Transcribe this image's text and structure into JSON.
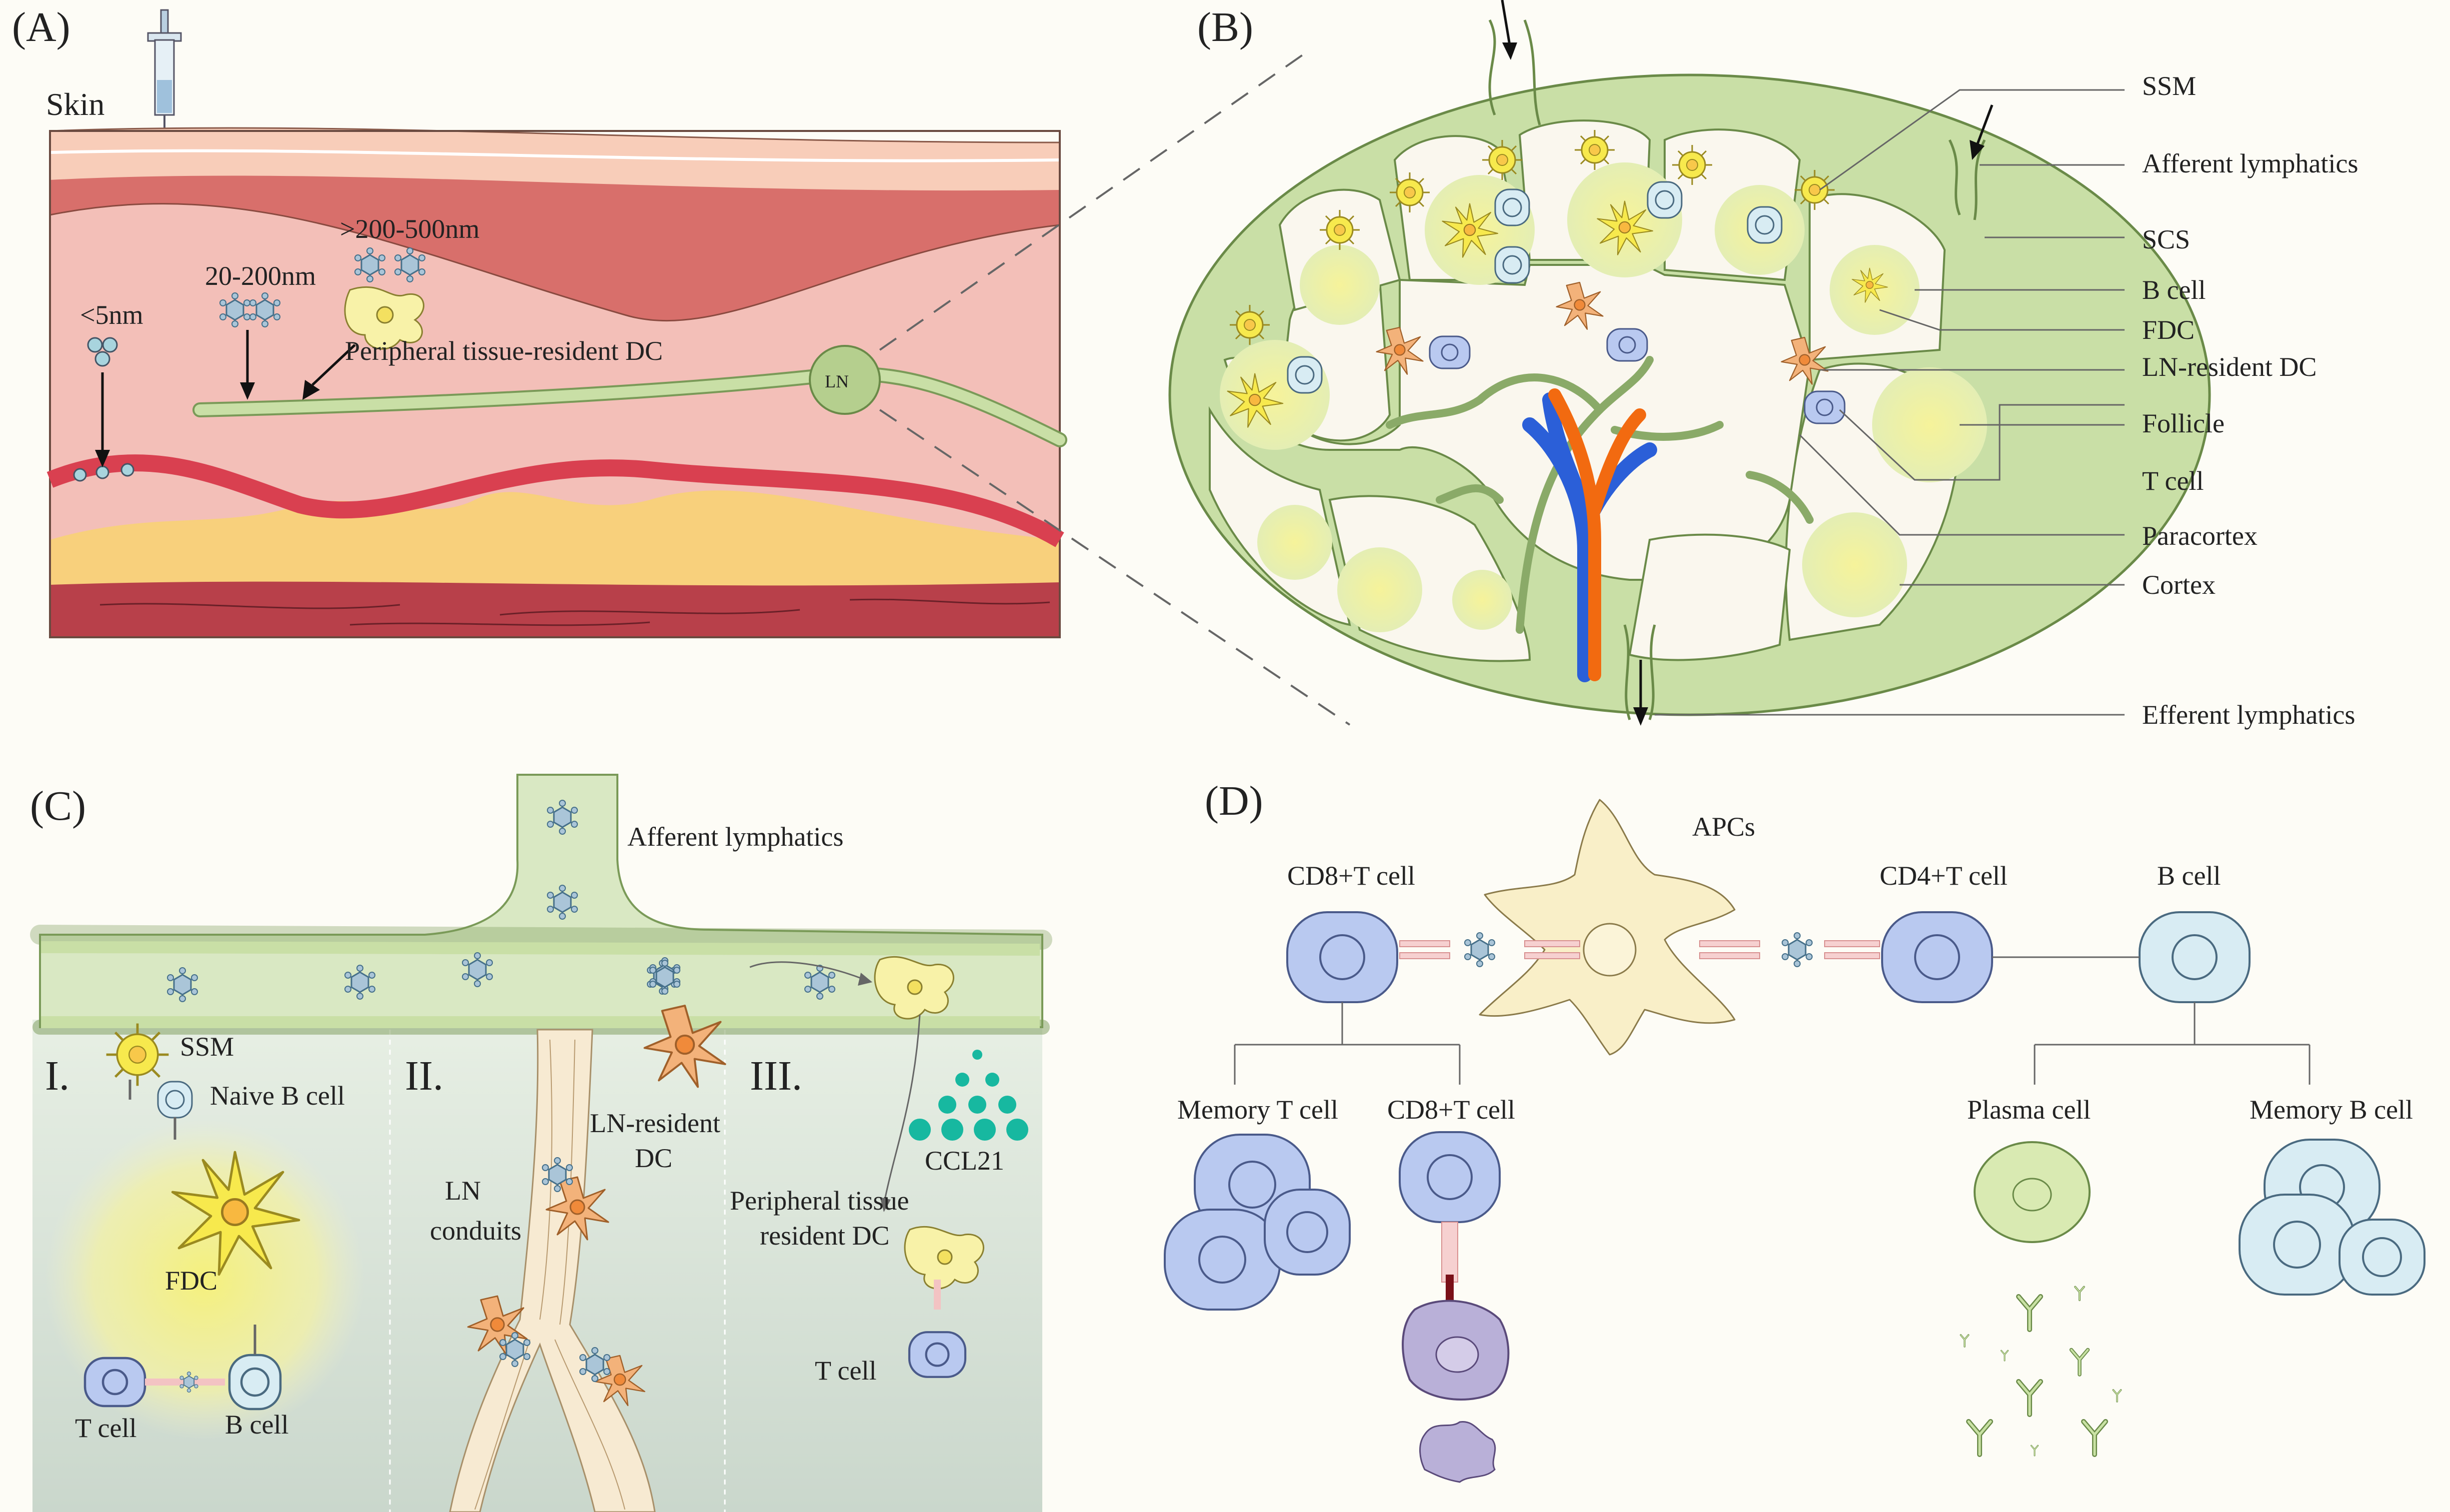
{
  "panels": {
    "A": {
      "label": "(A)",
      "skin": "Skin",
      "size_small": "<5nm",
      "size_mid": "20-200nm",
      "size_large": ">200-500nm",
      "dc": "Peripheral tissue-resident DC",
      "ln": "LN"
    },
    "B": {
      "label": "(B)",
      "labels": [
        "SSM",
        "Afferent lymphatics",
        "SCS",
        "B  cell",
        "FDC",
        "LN-resident DC",
        "Follicle",
        "T cell",
        "Paracortex",
        "Cortex",
        "Efferent lymphatics"
      ]
    },
    "C": {
      "label": "(C)",
      "afferent": "Afferent lymphatics",
      "r1": "I.",
      "r2": "II.",
      "r3": "III.",
      "ssm": "SSM",
      "naive_b": "Naive B cell",
      "fdc": "FDC",
      "t_cell": "T cell",
      "b_cell": "B cell",
      "ln_dc_1": "LN-resident",
      "ln_dc_2": "DC",
      "conduit_1": "LN",
      "conduit_2": "conduits",
      "ccl21": "CCL21",
      "ptr_dc_1": "Peripheral tissue",
      "ptr_dc_2": "resident DC",
      "t_cell_2": "T cell"
    },
    "D": {
      "label": "(D)",
      "apcs": "APCs",
      "cd8": "CD8+T cell",
      "cd4": "CD4+T cell",
      "b_cell": "B cell",
      "memory_t": "Memory T cell",
      "cd8_2": "CD8+T cell",
      "plasma": "Plasma cell",
      "memory_b": "Memory B cell"
    }
  },
  "colors": {
    "background": "#fdfcf6",
    "lymph_green": "#c9dfa6",
    "lymph_stroke": "#7a9a58",
    "follicle_yellow": "#eef3a0",
    "t_cell_blue": "#b9c9f0",
    "b_cell_blue": "#d8ecf3",
    "dc_orange": "#f3b27a",
    "fdc_yellow": "#f7e94d",
    "artery_orange": "#f26a10",
    "vein_blue": "#2b5fd8",
    "ccl21_teal": "#17b8a0",
    "plasma_green": "#d9eab2"
  }
}
